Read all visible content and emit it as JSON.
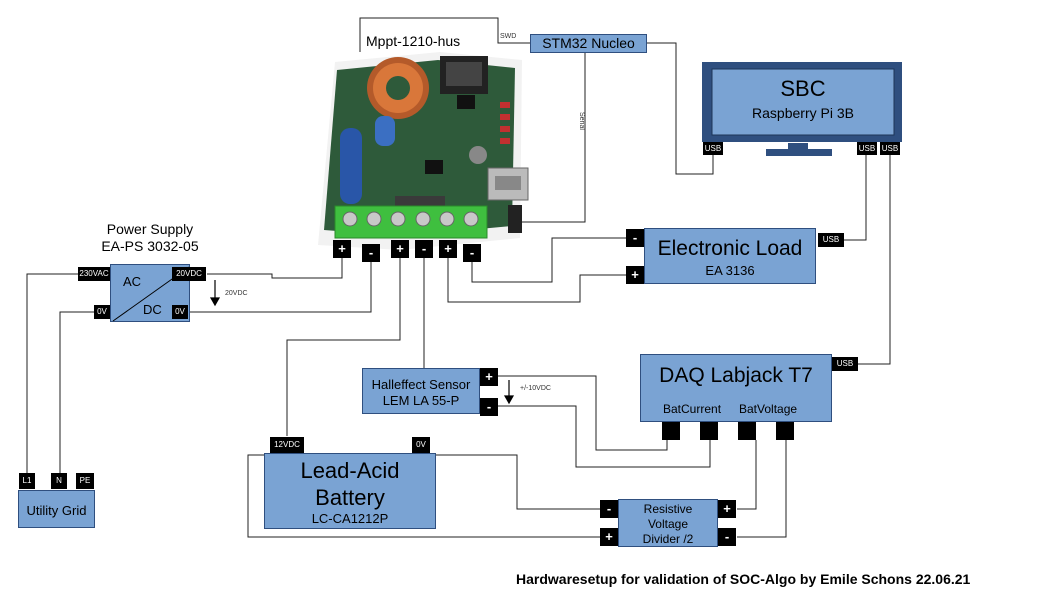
{
  "title_label": "Mppt-1210-hus",
  "stm32": {
    "label": "STM32 Nucleo",
    "swd": "SWD",
    "serial": "Serial"
  },
  "sbc": {
    "title": "SBC",
    "subtitle": "Raspberry Pi 3B",
    "usb": "USB"
  },
  "power_supply": {
    "title_line1": "Power Supply",
    "title_line2": "EA-PS 3032-05",
    "ac": "AC",
    "dc": "DC",
    "in_230": "230VAC",
    "in_0v": "0V",
    "out_20": "20VDC",
    "out_0v": "0V",
    "arrow_label": "20VDC"
  },
  "utility_grid": {
    "label": "Utility Grid",
    "l1": "L1",
    "n": "N",
    "pe": "PE"
  },
  "electronic_load": {
    "title": "Electronic Load",
    "subtitle": "EA 3136",
    "usb": "USB",
    "minus": "-",
    "plus": "+"
  },
  "daq": {
    "title": "DAQ Labjack T7",
    "usb": "USB",
    "bat_current": "BatCurrent",
    "bat_voltage": "BatVoltage"
  },
  "hall": {
    "line1": "Halleffect Sensor",
    "line2": "LEM LA 55-P",
    "plus": "+",
    "minus": "-",
    "range": "+/-10VDC"
  },
  "battery": {
    "line1": "Lead-Acid",
    "line2": "Battery",
    "line3": "LC-CA1212P",
    "pin12": "12VDC",
    "pin0": "0V"
  },
  "divider": {
    "line1": "Resistive",
    "line2": "Voltage",
    "line3": "Divider /2",
    "plus": "+",
    "minus": "-"
  },
  "mppt_pins": [
    "+",
    "-",
    "+",
    "-",
    "+",
    "-"
  ],
  "footer": "Hardwaresetup for validation of SOC-Algo by Emile Schons 22.06.21",
  "colors": {
    "box_fill": "#7aa3d3",
    "box_border": "#2f4f7f",
    "pcb": "#2e5a3a",
    "terminal": "#3fbf3f"
  }
}
